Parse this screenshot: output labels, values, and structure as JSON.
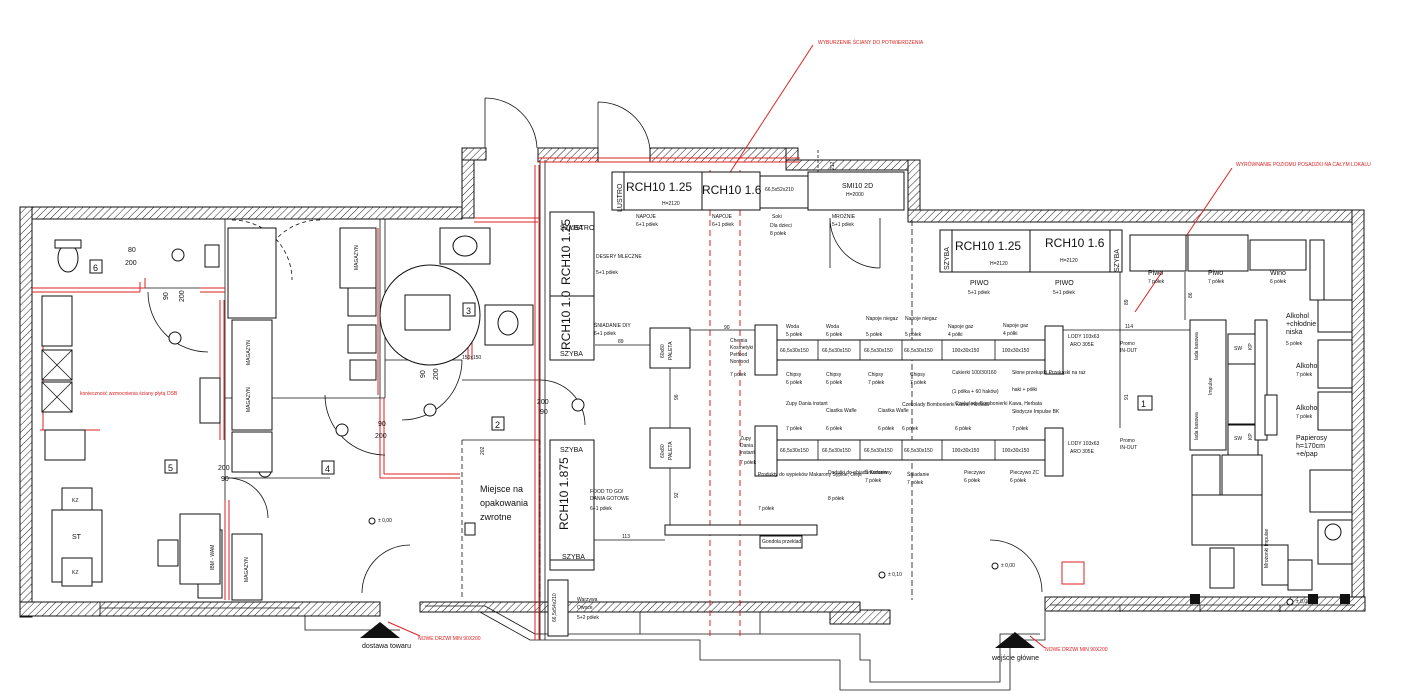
{
  "annotations": {
    "walls_demolition": "WYBURZENIE ŚCIANY DO POTWIERDZENIA",
    "floor_leveling": "WYRÓWNANIE POZIOMU POSADZKI NA CAŁYM LOKALU",
    "osb_reinforce": "konieczność wzmocnienia ściany płytą OSB",
    "new_door_delivery": "NOWE DRZWI MIN 90X200",
    "new_door_main": "NOWE DRZWI MIN 90X200"
  },
  "rooms": {
    "r1": "1",
    "r2": "2",
    "r3": "3",
    "r4": "4",
    "r5": "5",
    "r6": "6"
  },
  "entrances": {
    "delivery": "dostawa towaru",
    "main": "wejście główne"
  },
  "levels": {
    "l1": "± 0,00",
    "l2": "± 0,00",
    "l3": "± 0,10",
    "l4": "± 0,00"
  },
  "zones": {
    "returnables": "Miejsce na opakowania zwrotne"
  },
  "doors": {
    "d1_w": "80",
    "d1_h": "200",
    "d2_w": "90",
    "d2_h": "200",
    "d3_w": "90",
    "d3_h": "200",
    "d4_w": "90",
    "d4_h": "200",
    "d5_w": "90",
    "d5_h": "200",
    "d6_w": "200",
    "d6_h": "90",
    "d7_w": "200",
    "d7_h": "90",
    "pass_w": "150x150"
  },
  "fridges_top": [
    {
      "label": "RCH10 1.25",
      "sub": "H=2120",
      "below": "NAPOJE",
      "shelves": "6+1 półek"
    },
    {
      "label": "RCH10 1.6",
      "sub": "H=2120",
      "below": "NAPOJE",
      "shelves": "6+1 półek"
    },
    {
      "label": "SMI10 2D",
      "sub": "H=2000",
      "below": "MROŹNIE",
      "shelves": "5+1 półek"
    }
  ],
  "top_extra": {
    "lustro": "LUSTRO",
    "soki": "Soki",
    "soki2": "Dla dzieci",
    "soki3": "8 półek",
    "mr": "66,5x52x210"
  },
  "fridges_right": [
    {
      "label": "RCH10 1.25",
      "sub": "H=2120",
      "szyba": "SZYBA",
      "below": "PIWO",
      "shelves": "5+1 półek"
    },
    {
      "label": "RCH10 1.6",
      "sub": "H=2120",
      "szyba": "SZYBA",
      "below": "PIWO",
      "shelves": "5+1 półek"
    }
  ],
  "right_wall": {
    "piwo1": "Piwo",
    "piwo1s": "7 półek",
    "piwo2": "Piwo",
    "piwo2s": "7 półek",
    "wino": "Wino",
    "winos": "6 półek",
    "alkohol1": "Alkohol +chłodnie niska",
    "alkohol1s": "5 półek",
    "alkohol2": "Alkohol",
    "alkohol2s": "7 półek",
    "alkohol3": "Alkohol",
    "alkohol3s": "7 półek",
    "papierosy": "Papierosy h=170cm +e/pap"
  },
  "fridges_left": [
    {
      "label": "RCH10 1.25",
      "below": "DESERY MLECZNE",
      "shelves": "5+1 półek"
    },
    {
      "label": "RCH10 1.0",
      "below": "ŚNIADANIE DIY",
      "shelves": "6+1 półek"
    },
    {
      "label": "RCH10 1.875",
      "below": "FOOD TO GO/ DANIA GOTOWE",
      "shelves": "6+1 półek"
    }
  ],
  "szyba": "SZYBA",
  "lustro_side": "LUSTRO",
  "palety": {
    "p1": "PALETA",
    "p1s": "60x80",
    "p2": "PALETA",
    "p2s": "60x80"
  },
  "racks_row1_top": [
    {
      "name": "Woda",
      "sub": "5 półek"
    },
    {
      "name": "Woda",
      "sub": "6 półek"
    },
    {
      "name": "Napoje niegaz",
      "sub": "5 półek"
    },
    {
      "name": "Napoje niegaz",
      "sub": "5 półek"
    },
    {
      "name": "Napoje gaz",
      "sub": "4 półki"
    },
    {
      "name": "Napoje gaz",
      "sub": "4 półki"
    }
  ],
  "racks_row1_bottom": [
    {
      "name": "Chipsy",
      "sub": "6 półek"
    },
    {
      "name": "Chipsy",
      "sub": "6 półek"
    },
    {
      "name": "Chipsy",
      "sub": "7 półek"
    },
    {
      "name": "Chipsy",
      "sub": "7 półek"
    },
    {
      "name": "Cukierki 100/30/160",
      "sub": "(1 półka + 60 haków)"
    },
    {
      "name": "Słone przekąski Przekąski na raz",
      "sub": "haki + półki"
    }
  ],
  "racks_row2_top": [
    {
      "name": "Zupy Dania instant",
      "sub": "7 półek"
    },
    {
      "name": "Ciastka Wafle",
      "sub": "6 półek"
    },
    {
      "name": "Ciastka Wafle",
      "sub": "6 półek"
    },
    {
      "name": "Czekolady Bombonierki Kawa, Herbata",
      "sub": "6 półek"
    },
    {
      "name": "Czekolady Bombonierki Kawa, Herbata",
      "sub": "6 półek"
    },
    {
      "name": "Słodycze Impulse BK",
      "sub": "7 półek"
    }
  ],
  "racks_row2_bottom": [
    {
      "name": "Produkty do wypieków Makarony Sypkie, Oleje",
      "sub": "7 półek"
    },
    {
      "name": "Dodatki do obiadu Konserwy",
      "sub": "8 półek"
    },
    {
      "name": "Śniadanie",
      "sub": "7 półek"
    },
    {
      "name": "Śniadanie",
      "sub": "7 półek"
    },
    {
      "name": "Pieczywo",
      "sub": "6 półek"
    },
    {
      "name": "Pieczywo ZC",
      "sub": "6 półek"
    }
  ],
  "rack_dims": [
    "66,5x30x150",
    "66,5x30x150",
    "66,5x30x150",
    "66,5x30x150",
    "100x30x150",
    "100x30x150"
  ],
  "chemia": {
    "name": "Chemia Kosmetyki Petfood Nonfood",
    "sub": "7 półek"
  },
  "zupy_end": {
    "name": "Zupy Dania instant",
    "sub": "7 półek"
  },
  "lody": [
    {
      "name": "LODY 103x63",
      "sub": "ARO 305E",
      "promo": "Promo IN-OUT"
    },
    {
      "name": "LODY 103x63",
      "sub": "ARO 305E",
      "promo": "Promo IN-OUT"
    }
  ],
  "warzywa": {
    "name": "Warzywa Owoce",
    "sub": "5+2 półek",
    "dim": "66,5x54x210"
  },
  "dims": {
    "d89": "89",
    "d90": "90",
    "d96": "96",
    "d92": "92",
    "d113": "113",
    "d114": "114",
    "d91": "91",
    "d86": "86",
    "d89b": "89",
    "d202": "202",
    "d212": "212"
  },
  "checkout": {
    "sw1": "SW",
    "sw2": "SW",
    "kp1": "KP",
    "kp2": "KP",
    "lada1": "lada kasowa",
    "lada2": "lada kasowa",
    "impulse": "Impulse"
  },
  "storage": {
    "mag1": "MAGAZYN",
    "mag2": "MAGAZYN",
    "mag3": "MAGAZYN",
    "mag4": "MAGAZYN"
  },
  "office": {
    "st": "ST",
    "kz1": "KZ",
    "kz2": "KZ",
    "ibm": "IBM - WAM",
    "mz": "Mrożonki Impulse"
  },
  "gondola_end": "Gondola przeklad."
}
